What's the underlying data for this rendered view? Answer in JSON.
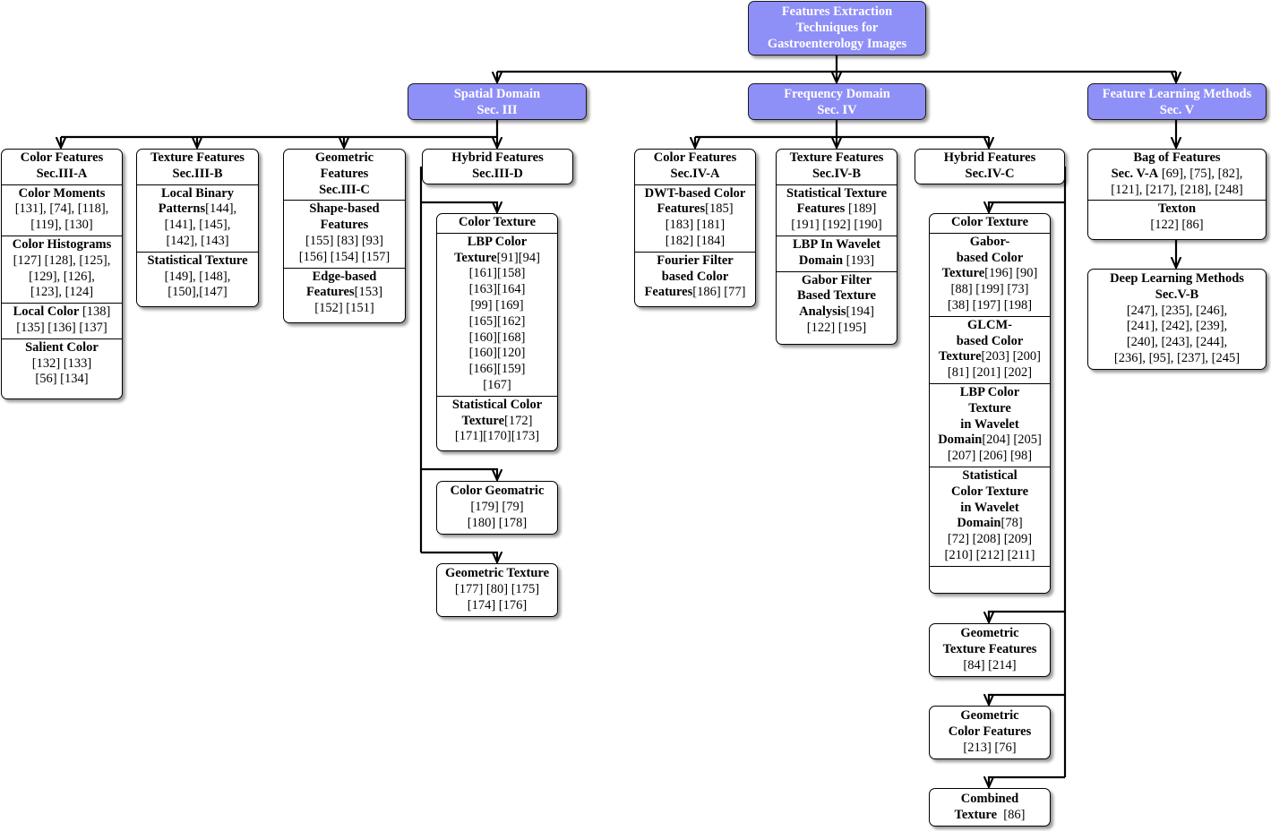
{
  "root": {
    "line1": "Features Extraction",
    "line2": "Techniques for",
    "line3": "Gastroenterology Images"
  },
  "spatial": {
    "title": "Spatial Domain",
    "sec_prefix": "Sec.",
    "sec_num": "III"
  },
  "frequency": {
    "title": "Frequency Domain",
    "sec_prefix": "Sec.",
    "sec_num": "IV"
  },
  "learning": {
    "title": "Feature Learning Methods",
    "sec_prefix": "Sec.",
    "sec_num": "V"
  },
  "s_color": {
    "header": {
      "l1": "Color Features",
      "l2": "Sec.III-A"
    },
    "moments": {
      "title": "Color Moments",
      "r1": "[131], [74], [118],",
      "r2": "[119], [130]"
    },
    "histograms": {
      "title": "Color Histograms",
      "r1": "[127] [128], [125],",
      "r2": "[129], [126],",
      "r3": "[123], [124]"
    },
    "local": {
      "title": "Local Color",
      "r0": "[138]",
      "r1": "[135] [136] [137]"
    },
    "salient": {
      "title": "Salient Color",
      "r1": "[132] [133]",
      "r2": "[56] [134]"
    }
  },
  "s_texture": {
    "header": {
      "l1": "Texture Features",
      "l2": "Sec.III-B"
    },
    "lbp": {
      "t1": "Local Binary",
      "t2": "Patterns",
      "r0": "[144],",
      "r1": "[141], [145],",
      "r2": "[142], [143]"
    },
    "stat": {
      "title": "Statistical Texture",
      "r1": "[149], [148],",
      "r2": "[150],[147]"
    }
  },
  "s_geometric": {
    "header": {
      "l1": "Geometric",
      "l2": "Features",
      "l3": "Sec.III-C"
    },
    "shape": {
      "t1": "Shape-based",
      "t2": "Features",
      "r1": "[155] [83] [93]",
      "r2": "[156] [154] [157]"
    },
    "edge": {
      "t1": "Edge-based",
      "t2": "Features",
      "r0": "[153]",
      "r1": "[152] [151]"
    }
  },
  "s_hybrid": {
    "header": {
      "l1": "Hybrid Features",
      "l2": "Sec.III-D"
    }
  },
  "s_hct": {
    "header": "Color Texture",
    "lbp": {
      "t1": "LBP Color",
      "t2": "Texture",
      "r0": "[91][94]",
      "r1": "[161][158]",
      "r2": "[163][164]",
      "r3": "[99] [169]",
      "r4": "[165][162]",
      "r5": "[160][168]",
      "r6": "[160][120]",
      "r7": "[166][159]",
      "r8": "[167]"
    },
    "stat": {
      "t1": "Statistical Color",
      "t2": "Texture",
      "r0": "[172]",
      "r1": "[171][170][173]"
    }
  },
  "s_cgeo": {
    "title": "Color Geomatric",
    "r1": "[179] [79]",
    "r2": "[180] [178]"
  },
  "s_gtex": {
    "title": "Geometric Texture",
    "r1": "[177] [80] [175]",
    "r2": "[174] [176]"
  },
  "f_color": {
    "header": {
      "l1": "Color Features",
      "l2": "Sec.IV-A"
    },
    "dwt": {
      "t1": "DWT-based Color",
      "t2": "Features",
      "r0": "[185]",
      "r1": "[183] [181]",
      "r2": "[182] [184]"
    },
    "fourier": {
      "t1": "Fourier Filter",
      "t2": "based Color",
      "t3": "Features",
      "r0": "[186] [77]"
    }
  },
  "f_texture": {
    "header": {
      "l1": "Texture Features",
      "l2": "Sec.IV-B"
    },
    "stat": {
      "t1": "Statistical Texture",
      "t2": "Features",
      "r0": "[189]",
      "r1": "[191] [192] [190]"
    },
    "lbp": {
      "t1": "LBP In Wavelet",
      "t2": "Domain",
      "r0": "[193]"
    },
    "gabor": {
      "t1": "Gabor Filter",
      "t2": "Based Texture",
      "t3": "Analysis",
      "r0": "[194]",
      "r1": "[122] [195]"
    }
  },
  "f_hybrid": {
    "header": {
      "l1": "Hybrid Features",
      "l2": "Sec.IV-C"
    }
  },
  "f_hct": {
    "header": "Color Texture",
    "gabor": {
      "t1": "Gabor-",
      "t2": "based Color",
      "t3": "Texture",
      "r0": "[196] [90]",
      "r1": "[88] [199] [73]",
      "r2": "[38] [197] [198]"
    },
    "glcm": {
      "t1": "GLCM-",
      "t2": "based Color",
      "t3": "Texture",
      "r0": "[203] [200]",
      "r1": "[81] [201] [202]"
    },
    "lbp": {
      "t1": "LBP Color",
      "t2": "Texture",
      "t3": "in Wavelet",
      "t4": "Domain",
      "r0": "[204] [205]",
      "r1": "[207] [206] [98]"
    },
    "stat": {
      "t1": "Statistical",
      "t2": "Color Texture",
      "t3": "in Wavelet",
      "t4": "Domain",
      "r0": "[78]",
      "r1": "[72] [208] [209]",
      "r2": "[210] [212] [211]"
    }
  },
  "f_gtf": {
    "t1": "Geometric",
    "t2": "Texture Features",
    "r1": "[84] [214]"
  },
  "f_gcf": {
    "t1": "Geometric",
    "t2": "Color Features",
    "r1": "[213] [76]"
  },
  "f_comb": {
    "t1": "Combined",
    "t2": "Texture",
    "r0": "[86]"
  },
  "l_bag": {
    "t1": "Bag of Features",
    "t2": "Sec. V-A",
    "r0": "[69], [75], [82],",
    "r1": "[121], [217], [218], [248]"
  },
  "l_texton": {
    "title": "Texton",
    "r1": "[122] [86]"
  },
  "l_deep": {
    "t1": "Deep Learning Methods",
    "t2": "Sec.V-B",
    "r1": "[247], [235], [246],",
    "r2": "[241], [242], [239],",
    "r3": "[240], [243], [244],",
    "r4": "[236], [95], [237], [245]"
  },
  "colors": {
    "accent": "#8f8ff8",
    "line": "#000000"
  }
}
